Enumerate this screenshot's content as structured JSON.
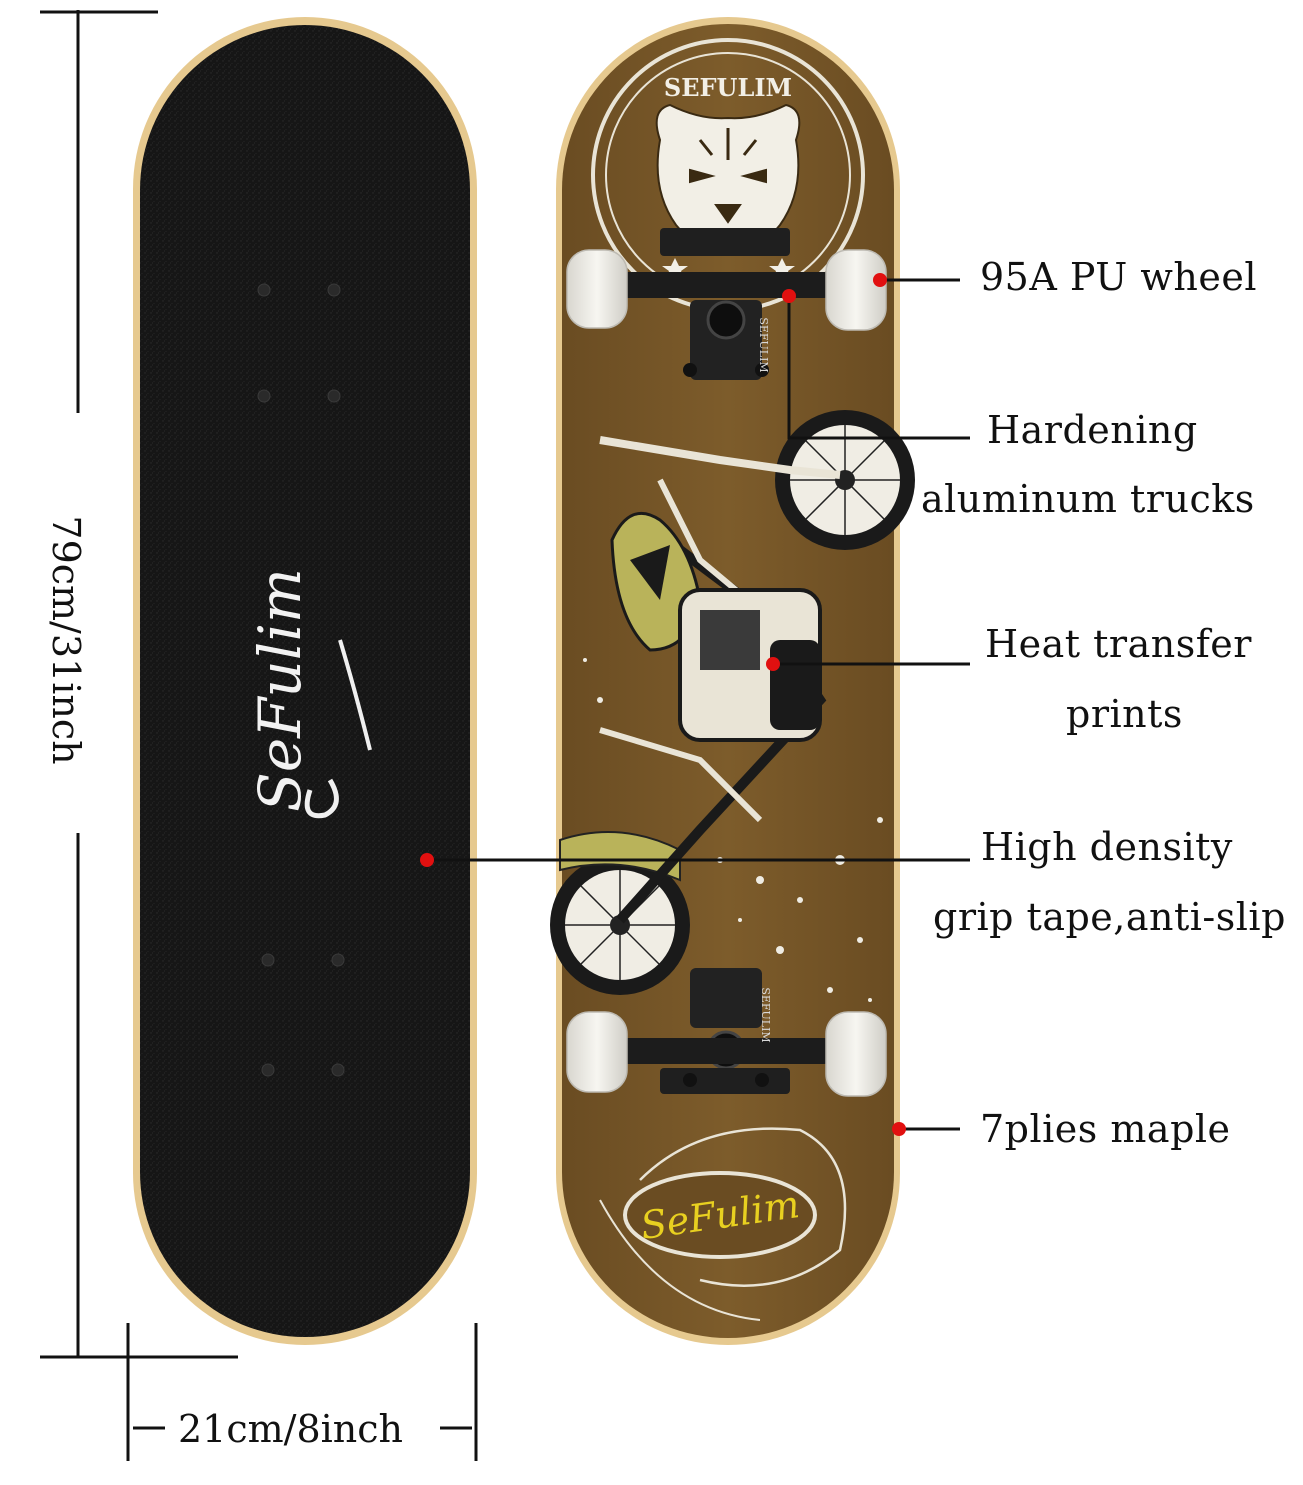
{
  "dimensions": {
    "length": "79cm/31inch",
    "width": "21cm/8inch"
  },
  "grip_logo": "SeFulim",
  "deck_brand": "SEFULIM",
  "tail_logo": "SeFulim",
  "truck_text": "SEFULIM",
  "features": {
    "wheel": "95A PU wheel",
    "trucks_line1": "Hardening",
    "trucks_line2": "aluminum trucks",
    "prints_line1": "Heat transfer",
    "prints_line2": "prints",
    "grip_line1": "High density",
    "grip_line2": "grip tape,anti-slip",
    "maple": "7plies maple"
  },
  "colors": {
    "grip": "#151515",
    "deck": "#7a5a2a",
    "maple_edge": "#e6c98f",
    "marker": "#e11010",
    "tank": "#b9b35a"
  }
}
